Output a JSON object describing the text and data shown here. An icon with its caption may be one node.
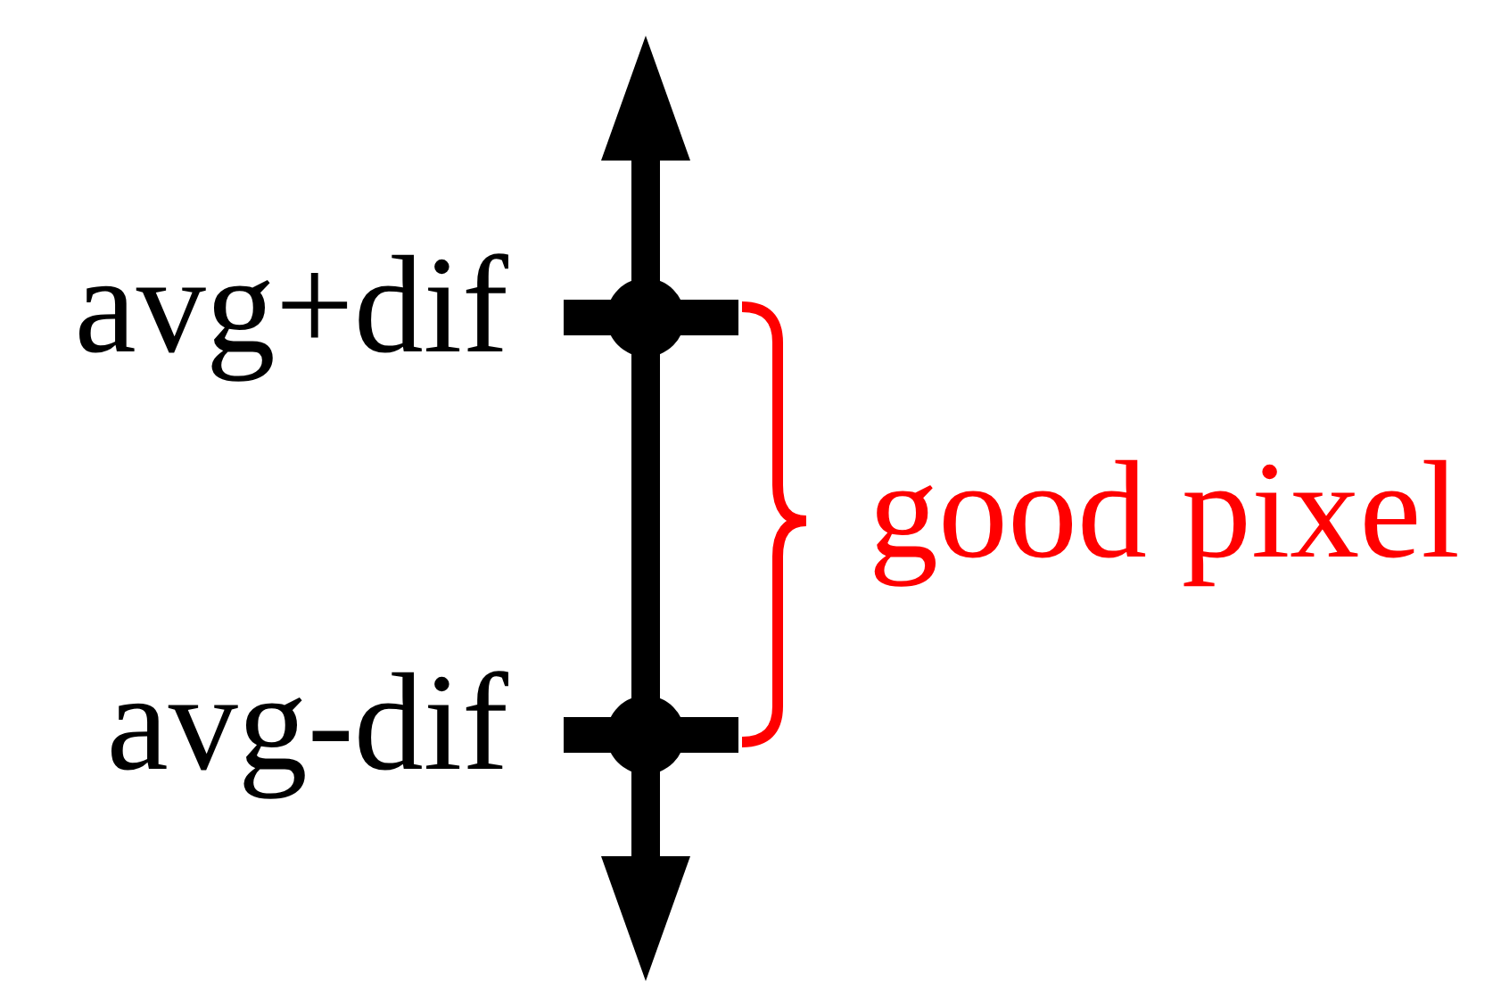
{
  "diagram": {
    "labels": [
      "avg+dif",
      "good pixel",
      "avg-dif"
    ]
  }
}
